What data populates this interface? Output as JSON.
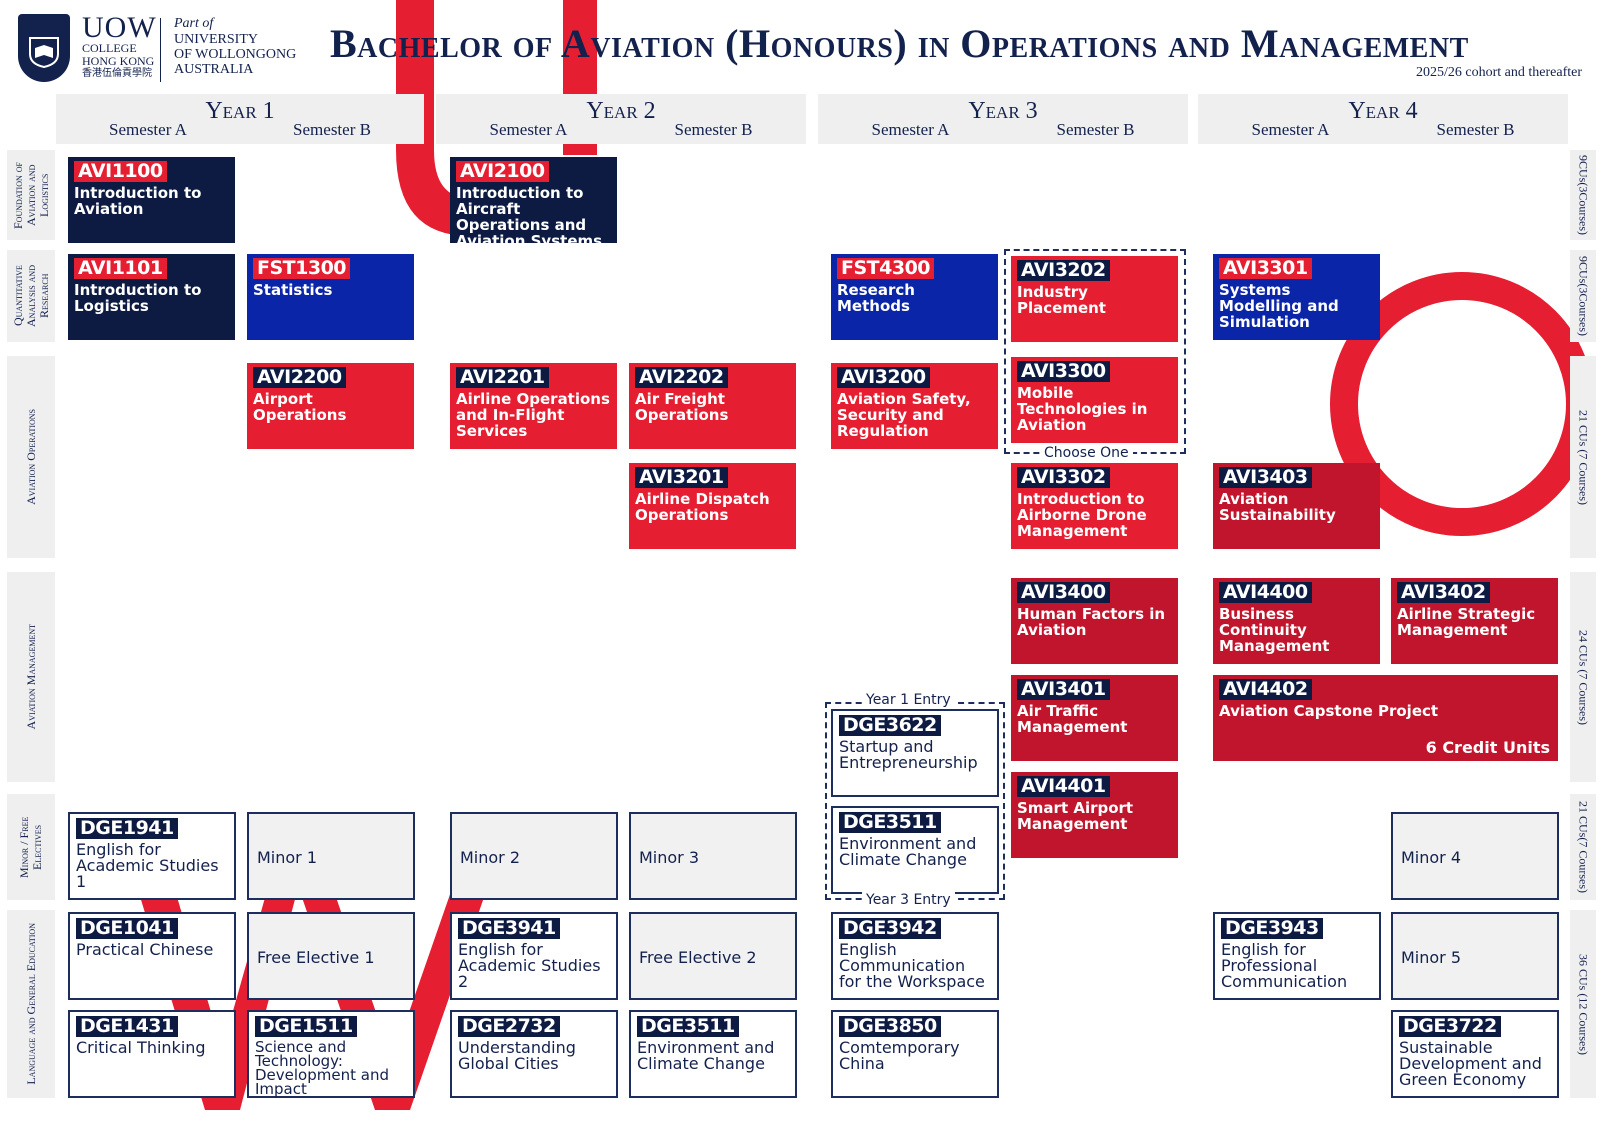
{
  "header": {
    "logo_text": "UOW",
    "logo_college": "COLLEGE",
    "logo_hk": "HONG KONG",
    "logo_zh": "香港伍倫貢學院",
    "part_of": "Part of",
    "uni_1": "UNIVERSITY",
    "uni_2": "OF WOLLONGONG",
    "uni_3": "AUSTRALIA",
    "title": "Bachelor of Aviation (Honours) in Operations and Management",
    "subtitle": "2025/26 cohort and thereafter"
  },
  "colors": {
    "navy": "#0d1a42",
    "blue": "#0b25a8",
    "red": "#e61e32",
    "dark_red": "#c0152c",
    "grey": "#efefef"
  },
  "years": [
    {
      "label": "Year 1",
      "sem_a": "Semester A",
      "sem_b": "Semester B"
    },
    {
      "label": "Year 2",
      "sem_a": "Semester A",
      "sem_b": "Semester B"
    },
    {
      "label": "Year 3",
      "sem_a": "Semester A",
      "sem_b": "Semester B"
    },
    {
      "label": "Year 4",
      "sem_a": "Semester A",
      "sem_b": "Semester B"
    }
  ],
  "rows": [
    {
      "label": "Foundation of Aviation and Logistics",
      "cu": "9CUs(3Courses)"
    },
    {
      "label": "Quantitative Analysis and Research",
      "cu": "9CUs(3Courses)"
    },
    {
      "label": "Aviation Operations",
      "cu": "21 CUs (7 Courses)"
    },
    {
      "label": "Aviation Management",
      "cu": "24 CUs (7 Courses)"
    },
    {
      "label": "Minor / Free Electives",
      "cu": "21 CUs(7 Courses)"
    },
    {
      "label": "Language and General Education",
      "cu": "36 CUs (12 Courses)"
    }
  ],
  "courses": {
    "avi1100": {
      "code": "AVI1100",
      "name": "Introduction to Aviation"
    },
    "avi2100": {
      "code": "AVI2100",
      "name": "Introduction to Aircraft Operations and Aviation Systems"
    },
    "avi1101": {
      "code": "AVI1101",
      "name": "Introduction to Logistics"
    },
    "fst1300": {
      "code": "FST1300",
      "name": "Statistics"
    },
    "fst4300": {
      "code": "FST4300",
      "name": "Research Methods"
    },
    "avi3202": {
      "code": "AVI3202",
      "name": "Industry Placement"
    },
    "avi3301": {
      "code": "AVI3301",
      "name": "Systems Modelling and Simulation"
    },
    "avi2200": {
      "code": "AVI2200",
      "name": "Airport Operations"
    },
    "avi2201": {
      "code": "AVI2201",
      "name": "Airline Operations and In-Flight Services"
    },
    "avi2202": {
      "code": "AVI2202",
      "name": "Air Freight Operations"
    },
    "avi3200": {
      "code": "AVI3200",
      "name": "Aviation Safety, Security and Regulation"
    },
    "avi3300": {
      "code": "AVI3300",
      "name": "Mobile Technologies in Aviation"
    },
    "avi3201": {
      "code": "AVI3201",
      "name": "Airline Dispatch Operations"
    },
    "avi3302": {
      "code": "AVI3302",
      "name": "Introduction to Airborne Drone Management"
    },
    "avi3403": {
      "code": "AVI3403",
      "name": "Aviation Sustainability"
    },
    "avi3400": {
      "code": "AVI3400",
      "name": "Human Factors in Aviation"
    },
    "avi4400": {
      "code": "AVI4400",
      "name": "Business Continuity Management"
    },
    "avi3402": {
      "code": "AVI3402",
      "name": "Airline Strategic Management"
    },
    "avi3401": {
      "code": "AVI3401",
      "name": "Air Traffic Management"
    },
    "avi4402": {
      "code": "AVI4402",
      "name": "Aviation Capstone Project",
      "credit": "6 Credit Units"
    },
    "avi4401": {
      "code": "AVI4401",
      "name": "Smart Airport Management"
    },
    "dge3622": {
      "code": "DGE3622",
      "name": "Startup and Entrepreneurship"
    },
    "dge3511a": {
      "code": "DGE3511",
      "name": "Environment and Climate Change"
    },
    "dge1941": {
      "code": "DGE1941",
      "name": "English for Academic Studies 1"
    },
    "dge1041": {
      "code": "DGE1041",
      "name": "Practical Chinese"
    },
    "dge3941": {
      "code": "DGE3941",
      "name": "English for Academic Studies 2"
    },
    "dge3942": {
      "code": "DGE3942",
      "name": "English Communication for the Workspace"
    },
    "dge3943": {
      "code": "DGE3943",
      "name": "English for Professional Communication"
    },
    "dge1431": {
      "code": "DGE1431",
      "name": "Critical Thinking"
    },
    "dge1511": {
      "code": "DGE1511",
      "name": "Science and Technology: Development and Impact"
    },
    "dge2732": {
      "code": "DGE2732",
      "name": "Understanding Global Cities"
    },
    "dge3511b": {
      "code": "DGE3511",
      "name": "Environment and Climate Change"
    },
    "dge3850": {
      "code": "DGE3850",
      "name": "Comtemporary China"
    },
    "dge3722": {
      "code": "DGE3722",
      "name": "Sustainable Development and Green Economy"
    }
  },
  "electives": {
    "minor1": "Minor 1",
    "minor2": "Minor 2",
    "minor3": "Minor 3",
    "minor4": "Minor 4",
    "minor5": "Minor 5",
    "free1": "Free Elective 1",
    "free2": "Free Elective 2"
  },
  "labels": {
    "choose_one": "Choose One",
    "year1_entry": "Year 1 Entry",
    "year3_entry": "Year 3 Entry"
  }
}
